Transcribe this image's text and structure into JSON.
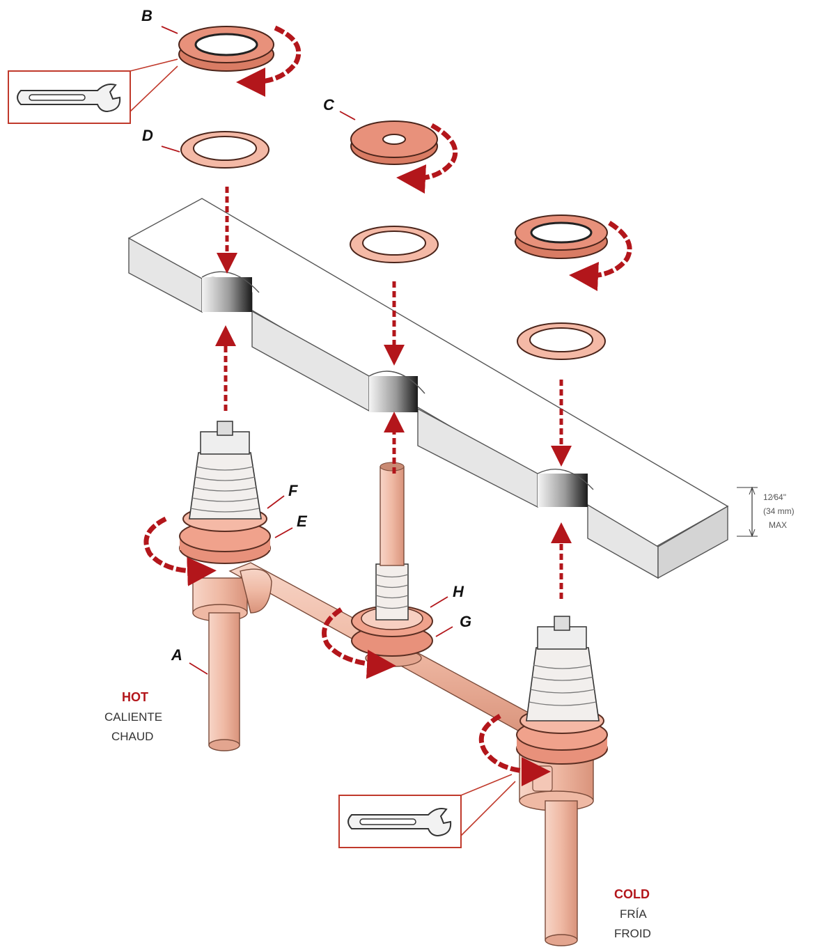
{
  "parts": {
    "a": "A",
    "b": "B",
    "c": "C",
    "d": "D",
    "e": "E",
    "f": "F",
    "g": "G",
    "h": "H"
  },
  "hot": {
    "main": "HOT",
    "es": "CALIENTE",
    "fr": "CHAUD"
  },
  "cold": {
    "main": "COLD",
    "es": "FRÍA",
    "fr": "FROID"
  },
  "dimension": {
    "imperial": "12⁄64\"",
    "metric": "(34 mm)",
    "note": "MAX"
  },
  "colors": {
    "copper": "#efb9a4",
    "copper_dark": "#c98a73",
    "washer": "#e8917b",
    "arrow": "#b3161b",
    "deck": "#e6e6e6"
  }
}
